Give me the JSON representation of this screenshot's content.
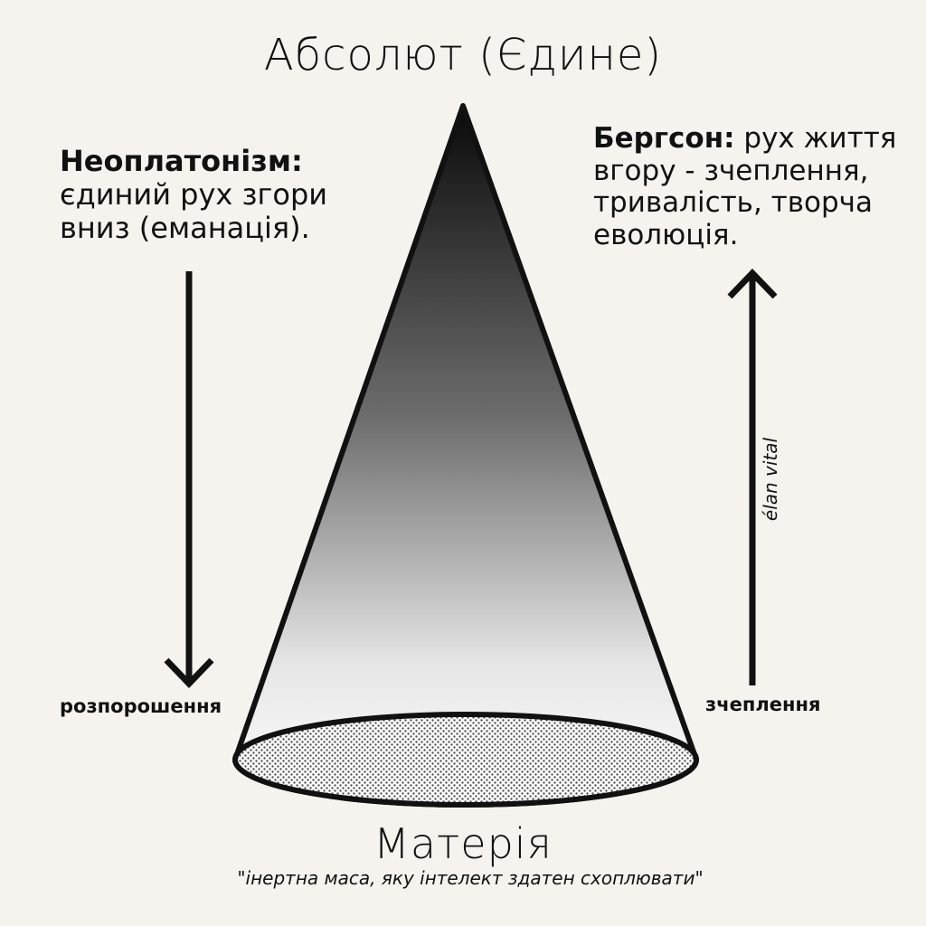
{
  "diagram": {
    "top_title": "Абсолют (Єдине)",
    "bottom_title": "Матерія",
    "bottom_quote": "\"інертна маса, яку інтелект здатен схоплювати\"",
    "left": {
      "heading": "Неоплатонізм:",
      "text_line1": "єдиний рух згори",
      "text_line2": "вниз (еманація).",
      "arrow_direction": "down",
      "arrow_label": "розпорошення"
    },
    "right": {
      "heading": "Бергсон:",
      "text_line1": "рух життя",
      "text_line2": "вгору - зчеплення,",
      "text_line3": "тривалість, творча",
      "text_line4": "еволюція.",
      "arrow_direction": "up",
      "arrow_label": "зчеплення",
      "vertical_label": "élan vital"
    },
    "colors": {
      "background": "#f6f3ef",
      "ink": "#111111",
      "cone_top": "#0a0a0a",
      "cone_bottom": "#ffffff",
      "base_dots": "#555555"
    }
  }
}
